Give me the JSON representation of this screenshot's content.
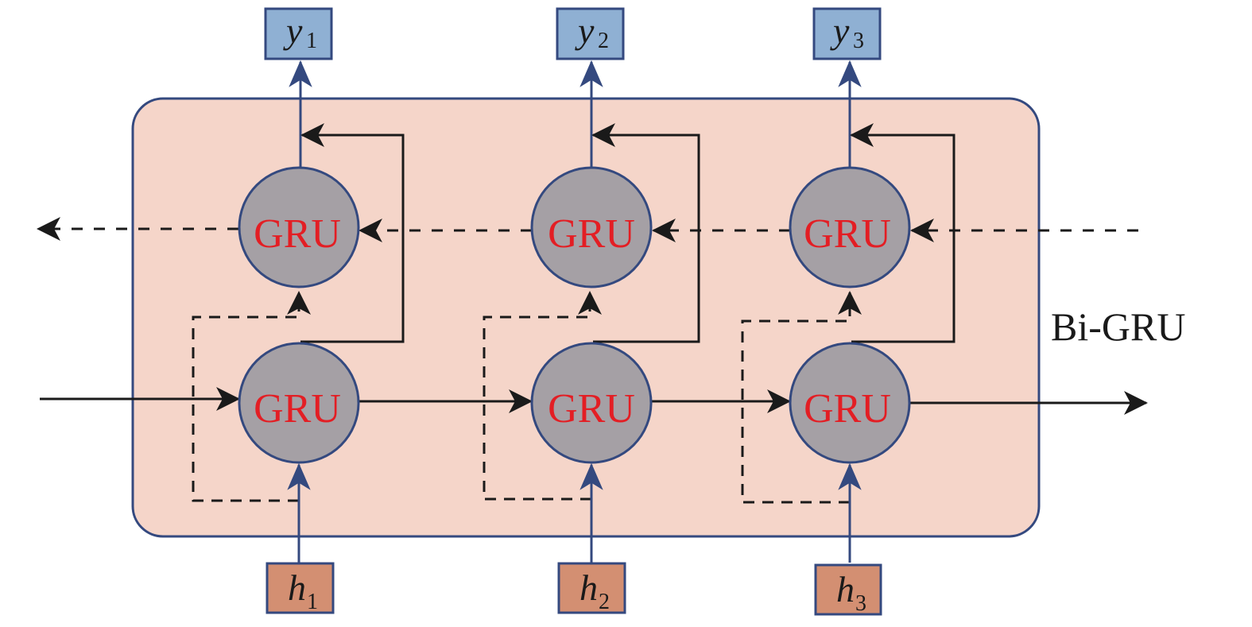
{
  "diagram": {
    "title_label": "Bi-GRU",
    "unit_label": "GRU",
    "colors": {
      "container_fill": "#f5d5c9",
      "container_stroke": "#34497f",
      "cell_fill": "#a5a0a5",
      "cell_stroke": "#34497f",
      "cell_text": "#e31e24",
      "output_fill": "#8fb0d3",
      "input_fill": "#d38f72",
      "arrow_black": "#1a1a1a",
      "arrow_blue": "#34497f"
    },
    "timesteps": [
      {
        "output": {
          "var": "y",
          "sub": "1"
        },
        "input": {
          "var": "h",
          "sub": "1"
        }
      },
      {
        "output": {
          "var": "y",
          "sub": "2"
        },
        "input": {
          "var": "h",
          "sub": "2"
        }
      },
      {
        "output": {
          "var": "y",
          "sub": "3"
        },
        "input": {
          "var": "h",
          "sub": "3"
        }
      }
    ],
    "layers": [
      {
        "name": "backward",
        "direction": "right-to-left",
        "line_style": "dashed"
      },
      {
        "name": "forward",
        "direction": "left-to-right",
        "line_style": "solid"
      }
    ]
  }
}
